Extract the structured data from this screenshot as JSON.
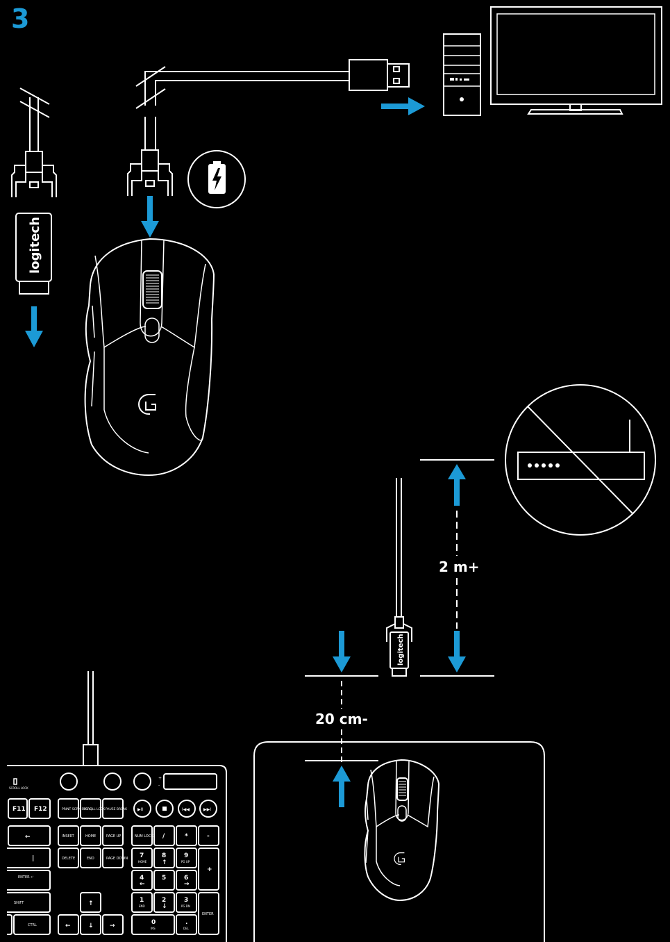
{
  "step_number": "3",
  "brand_text": "logitech",
  "distance_far": "2 m+",
  "distance_near": "20 cm-",
  "colors": {
    "background": "#000000",
    "line": "#ffffff",
    "accent": "#1c9ad6"
  },
  "icons": [
    "battery-charging-icon",
    "no-router-icon",
    "g-logo-icon",
    "computer-tower-icon",
    "monitor-icon"
  ],
  "keyboard": {
    "scroll_lock": "SCROLL LOCK",
    "f11": "F11",
    "f12": "F12",
    "print": "PRINT SCRN SYSRQ",
    "scroll": "SCROLL LOCK",
    "pause": "PAUSE BREAK",
    "backspace": "←",
    "insert": "INSERT",
    "home": "HOME",
    "page_up": "PAGE UP",
    "num_lock": "NUM LOCK",
    "divide": "/",
    "multiply": "*",
    "minus": "-",
    "backslash": "|",
    "delete": "DELETE",
    "end": "END",
    "page_down": "PAGE DOWN",
    "n7": "7",
    "n7s": "HOME",
    "n8": "8",
    "n8s": "↑",
    "n9": "9",
    "n9s": "PG UP",
    "plus": "+",
    "enter": "ENTER ↵",
    "n4": "4",
    "n4s": "←",
    "n5": "5",
    "n6": "6",
    "n6s": "→",
    "shift": "SHIFT",
    "up": "↑",
    "n1": "1",
    "n1s": "END",
    "n2": "2",
    "n2s": "↓",
    "n3": "3",
    "n3s": "PG DN",
    "num_enter": "ENTER",
    "ctrl": "CTRL",
    "left": "←",
    "down": "↓",
    "right": "→",
    "n0": "0",
    "n0s": "INS",
    "dot": ".",
    "dots": "DEL"
  }
}
